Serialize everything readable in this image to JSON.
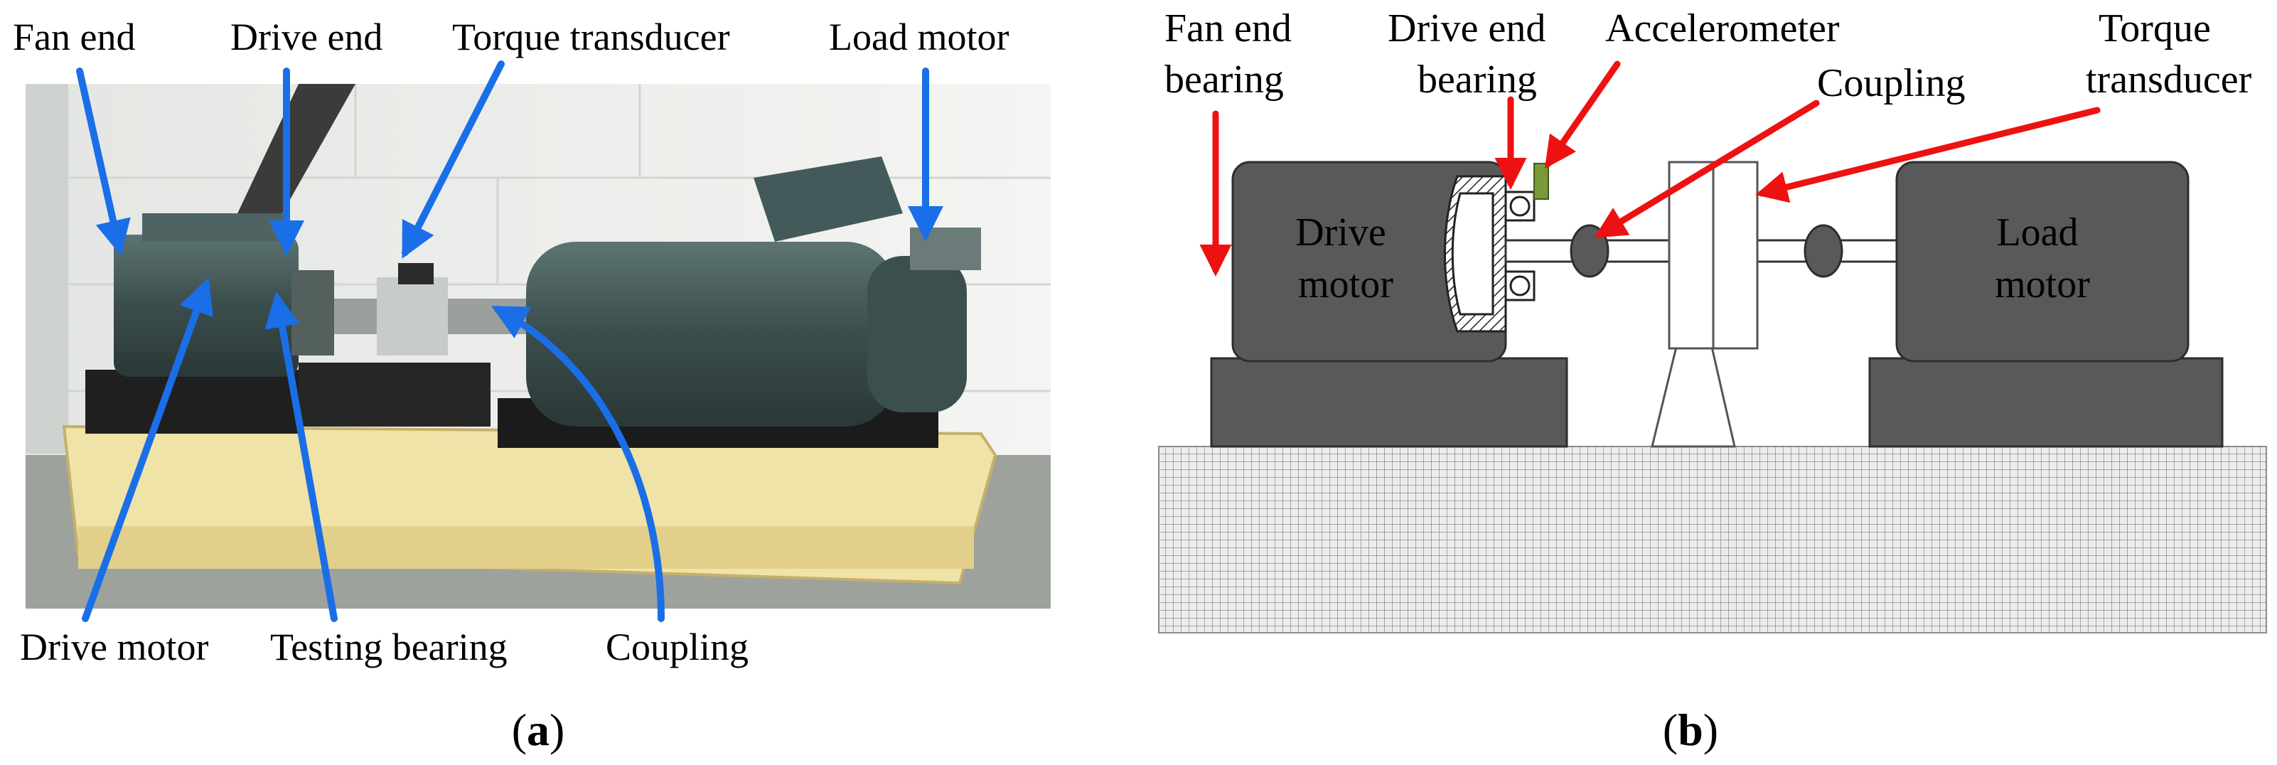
{
  "panel_a": {
    "caption_open": "(",
    "caption_letter": "a",
    "caption_close": ")",
    "labels": {
      "fan_end": "Fan end",
      "drive_end": "Drive end",
      "torque_transducer": "Torque transducer",
      "load_motor": "Load motor",
      "drive_motor": "Drive motor",
      "testing_bearing": "Testing bearing",
      "coupling": "Coupling"
    }
  },
  "panel_b": {
    "caption_open": "(",
    "caption_letter": "b",
    "caption_close": ")",
    "labels": {
      "fan_end_bearing_line1": "Fan end",
      "fan_end_bearing_line2": "bearing",
      "drive_end_bearing_line1": "Drive end",
      "drive_end_bearing_line2": "bearing",
      "accelerometer": "Accelerometer",
      "coupling": "Coupling",
      "torque_transducer_line1": "Torque",
      "torque_transducer_line2": "transducer",
      "drive_motor_line1": "Drive",
      "drive_motor_line2": "motor",
      "load_motor_line1": "Load",
      "load_motor_line2": "motor"
    }
  },
  "colors": {
    "arrow_blue": "#1a6fe8",
    "arrow_red": "#ee1111",
    "motor_gray": "#595959",
    "accelerometer_green": "#7a9a3a"
  }
}
